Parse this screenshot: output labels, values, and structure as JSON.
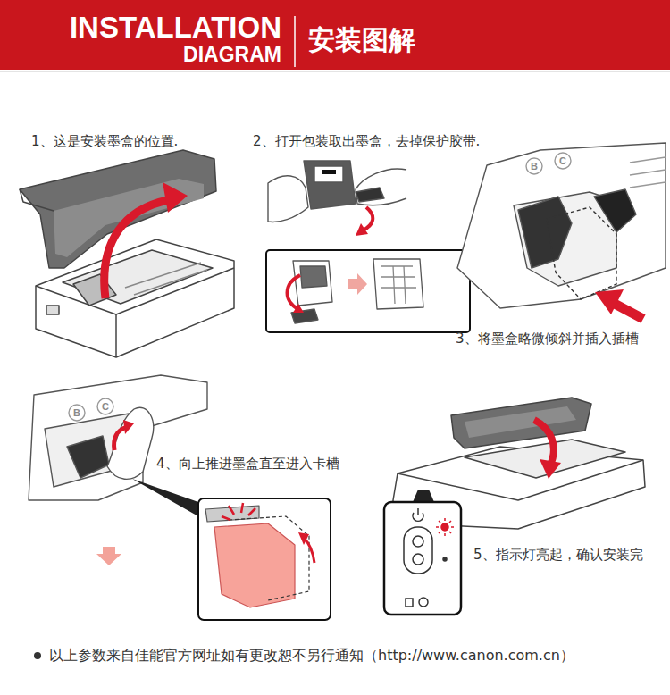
{
  "diagram": {
    "title": "INSTALLATION DIAGRAM",
    "labels": [
      "安装图解",
      "1、这是安装墨盒的位置.",
      "2、打开包装取出墨盒，去掉保护胶带.",
      "3、将墨盒略微倾斜并插入插槽",
      "B",
      "C",
      "4、向上推进墨盒直至进入卡槽",
      "B",
      "C",
      "5、指示灯亮起，确认安装完",
      "以上参数来自佳能官方网址如有更改恕不另行通知（http://www.canon.com.cn）"
    ]
  }
}
